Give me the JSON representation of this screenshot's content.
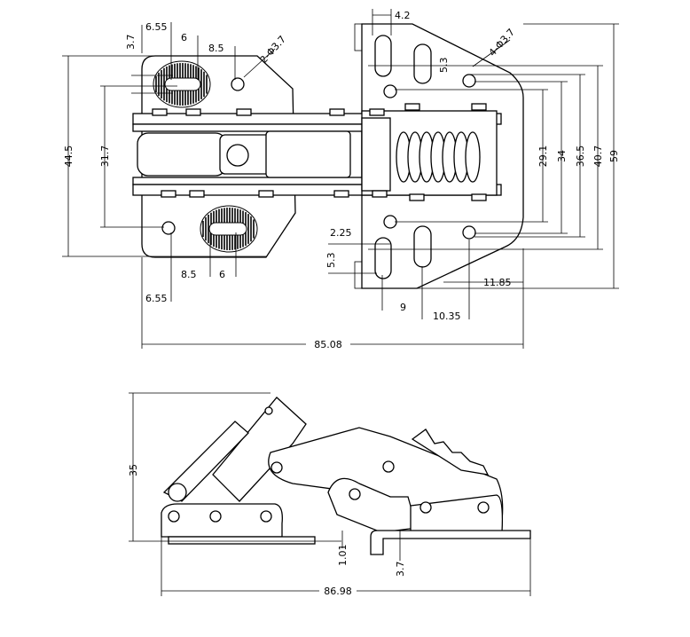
{
  "top_view": {
    "dims": {
      "height_44_5": "44.5",
      "hole_spacing_31_7": "31.7",
      "slot_3_7": "3.7",
      "offset_6_55_top": "6.55",
      "slot_6_top": "6",
      "spacing_8_5_top": "8.5",
      "hole_callout_left": "2-Φ3.7",
      "spacing_8_5_bottom": "8.5",
      "slot_6_bottom": "6",
      "offset_6_55_bottom": "6.55",
      "overall_length": "85.08",
      "slot_width_4_2": "4.2",
      "slot_5_3_top": "5.3",
      "hole_callout_right": "4-Φ3.7",
      "offset_2_25": "2.25",
      "slot_5_3_bottom": "5.3",
      "edge_11_85": "11.85",
      "spacing_9": "9",
      "spacing_10_35": "10.35",
      "dim_29_1": "29.1",
      "dim_34": "34",
      "dim_36_5": "36.5",
      "dim_40_7": "40.7",
      "dim_59": "59"
    }
  },
  "side_view": {
    "dims": {
      "height_35": "35",
      "offset_1_01": "1.01",
      "thickness_3_7": "3.7",
      "overall_length": "86.98"
    }
  }
}
